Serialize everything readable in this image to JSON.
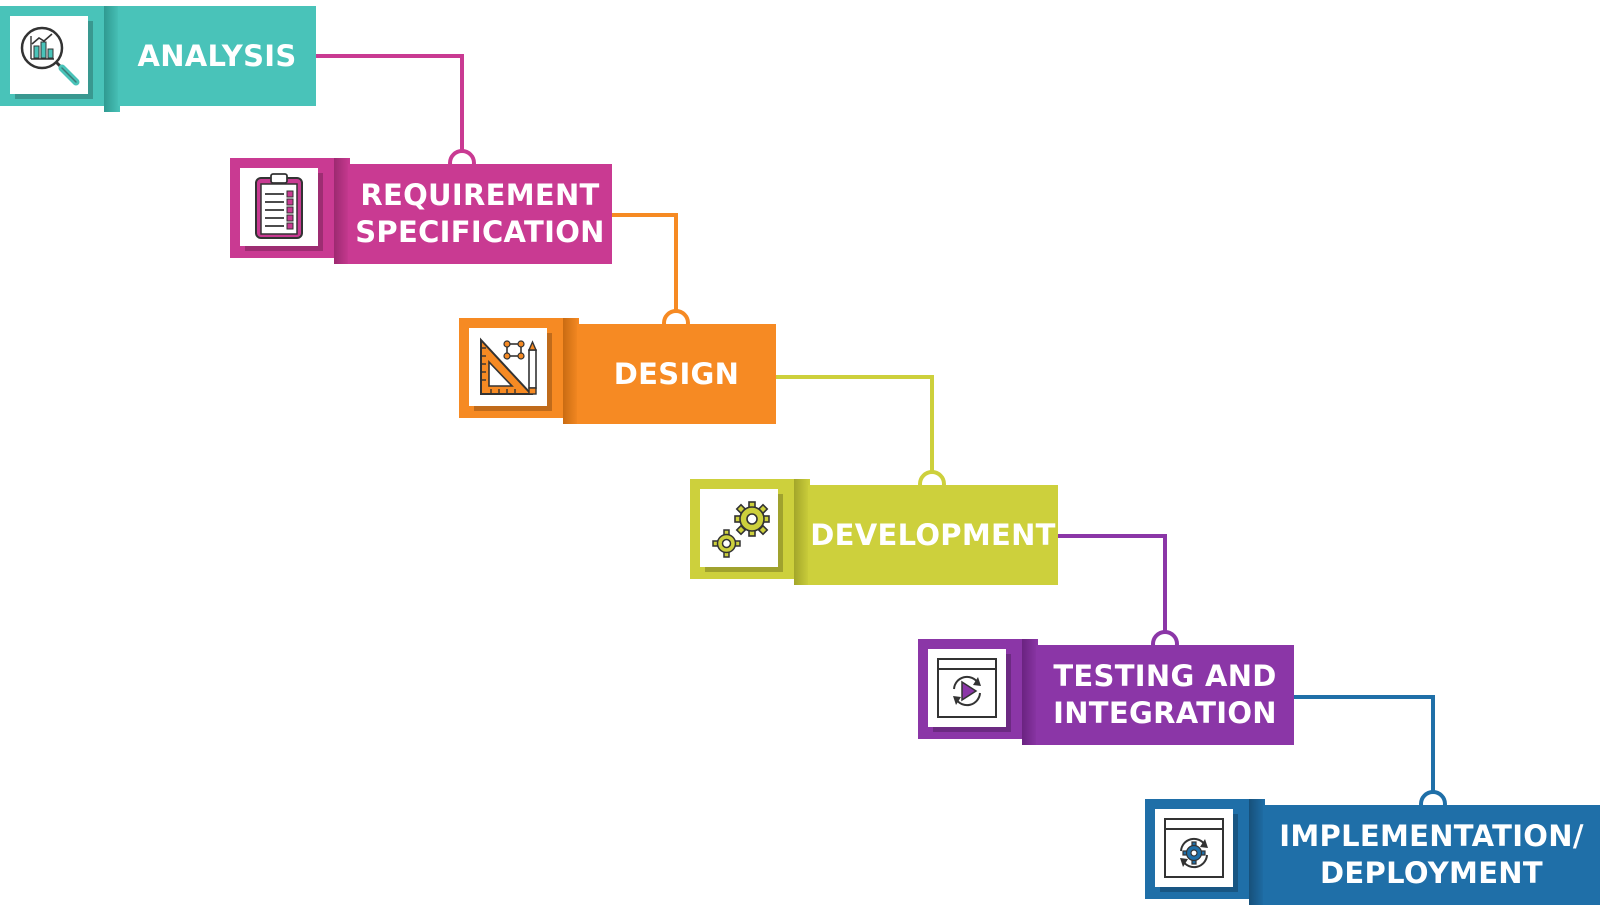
{
  "steps": [
    {
      "id": "analysis",
      "line1": "ANALYSIS",
      "line2": "",
      "icon": "magnifier-chart-icon",
      "color": "#49c3b9",
      "dark": "#2f9a91"
    },
    {
      "id": "requirement",
      "line1": "REQUIREMENT",
      "line2": "SPECIFICATION",
      "icon": "clipboard-icon",
      "color": "#c93a92",
      "dark": "#9c2a70"
    },
    {
      "id": "design",
      "line1": "DESIGN",
      "line2": "",
      "icon": "triangle-ruler-pencil-icon",
      "color": "#f68a23",
      "dark": "#c96b12"
    },
    {
      "id": "development",
      "line1": "DEVELOPMENT",
      "line2": "",
      "icon": "gears-icon",
      "color": "#cdd03c",
      "dark": "#a3a62a"
    },
    {
      "id": "testing",
      "line1": "TESTING AND",
      "line2": "INTEGRATION",
      "icon": "play-refresh-window-icon",
      "color": "#8b36a7",
      "dark": "#6a2380"
    },
    {
      "id": "implementation",
      "line1": "IMPLEMENTATION/",
      "line2": "DEPLOYMENT",
      "icon": "gear-refresh-window-icon",
      "color": "#1f6fa8",
      "dark": "#17507a"
    }
  ]
}
